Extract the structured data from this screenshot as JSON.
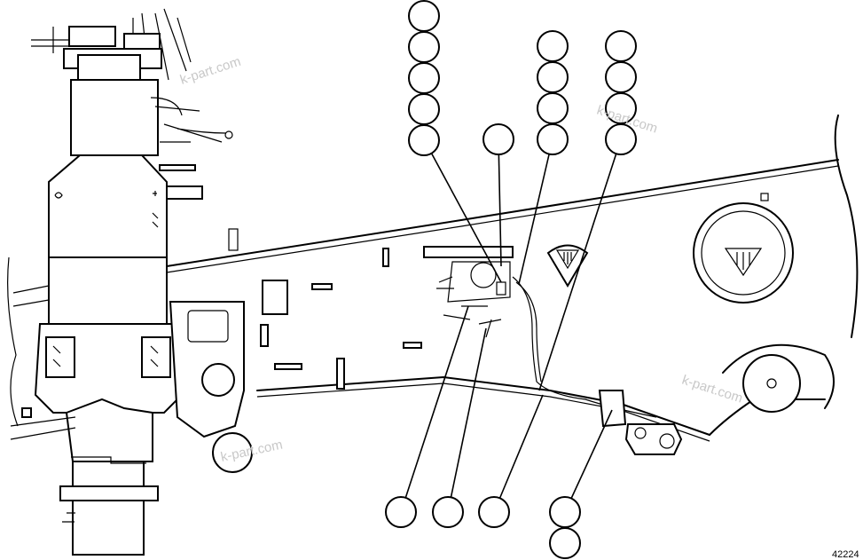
{
  "figure": {
    "number": "42224",
    "watermarks": [
      "k-part.com",
      "k-part.com",
      "k-part.com",
      "k-part.com"
    ]
  },
  "callout_groups": [
    {
      "id": "top-col-1",
      "count": 5
    },
    {
      "id": "top-col-2",
      "count": 1
    },
    {
      "id": "top-col-3",
      "count": 4
    },
    {
      "id": "top-col-4",
      "count": 4
    },
    {
      "id": "bottom-1",
      "count": 1
    },
    {
      "id": "bottom-2",
      "count": 1
    },
    {
      "id": "bottom-3",
      "count": 1
    },
    {
      "id": "bottom-4",
      "count": 2
    }
  ],
  "icons": [
    "hydraulic-tank-symbol-icon",
    "cap-hydraulic-symbol-icon"
  ]
}
